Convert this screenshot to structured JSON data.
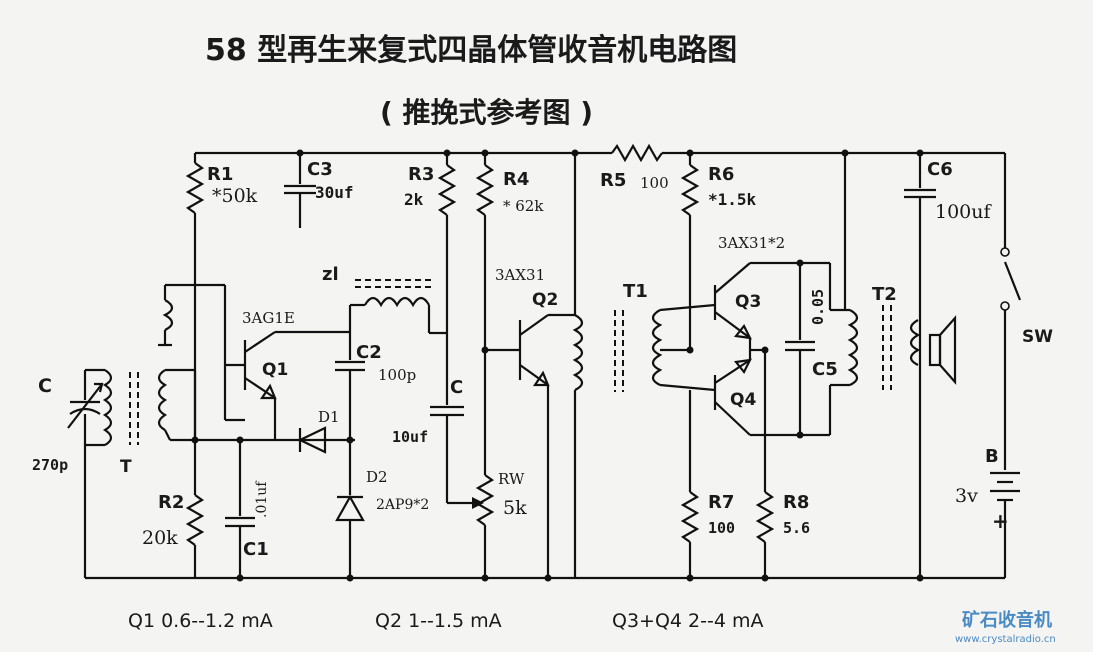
{
  "title": "58 型再生来复式四晶体管收音机电路图",
  "subtitle": "( 推挽式参考图 )",
  "watermark": {
    "cn": "矿石收音机",
    "url": "www.crystalradio.cn"
  },
  "labels": {
    "R1": "R1",
    "R1_val": "*50k",
    "C3": "C3",
    "C3_val": "30uf",
    "R3": "R3",
    "R3_val": "2k",
    "R4": "R4",
    "R4_val": "* 62k",
    "R5": "R5",
    "R5_val": "100",
    "R6": "R6",
    "R6_val": "*1.5k",
    "C6": "C6",
    "C6_val": "100uf",
    "zl": "zl",
    "Q1_type": "3AG1E",
    "Q1": "Q1",
    "Q2_type": "3AX31",
    "Q2": "Q2",
    "T1": "T1",
    "Q34_type": "3AX31*2",
    "Q3": "Q3",
    "Q4": "Q4",
    "C_small": "0.05",
    "C5": "C5",
    "T2": "T2",
    "SW": "SW",
    "C_tune": "C",
    "C_tune_val": "270p",
    "T": "T",
    "C2": "C2",
    "C2_val": "100p",
    "D1": "D1",
    "C_couple": "C",
    "C_couple_val": "10uf",
    "D2": "D2",
    "D2_type": "2AP9*2",
    "RW": "RW",
    "RW_val": "5k",
    "R2": "R2",
    "R2_val": "20k",
    "C1": "C1",
    "C1_val": ".01uf",
    "R7": "R7",
    "R7_val": "100",
    "R8": "R8",
    "R8_val": "5.6",
    "B": "B",
    "B_val": "3v"
  },
  "currents": {
    "q1": "Q1 0.6--1.2 mA",
    "q2": "Q2   1--1.5 mA",
    "q34": "Q3+Q4   2--4 mA"
  }
}
